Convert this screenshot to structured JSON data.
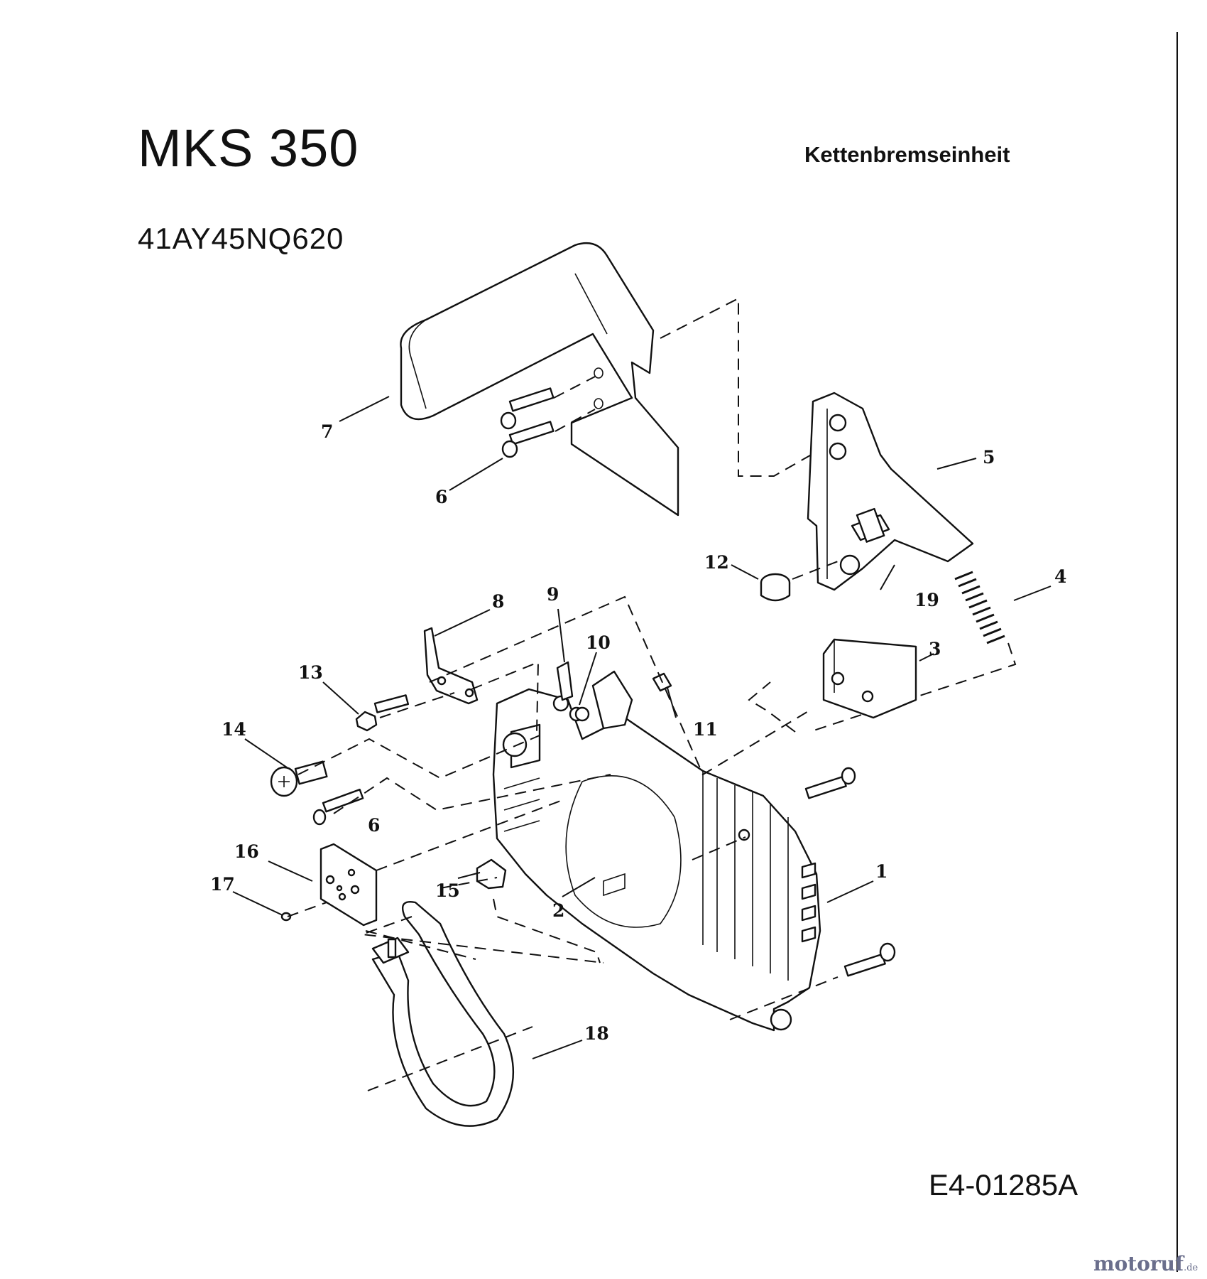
{
  "header": {
    "model": "MKS 350",
    "part_number": "41AY45NQ620",
    "section": "Kettenbremseinheit"
  },
  "footer": {
    "drawing_id": "E4-01285A",
    "brand": "motoruf",
    "brand_tld": ".de"
  },
  "callouts": [
    "1",
    "2",
    "3",
    "4",
    "5",
    "6",
    "6",
    "7",
    "8",
    "9",
    "10",
    "11",
    "12",
    "13",
    "14",
    "15",
    "16",
    "17",
    "18",
    "19"
  ]
}
